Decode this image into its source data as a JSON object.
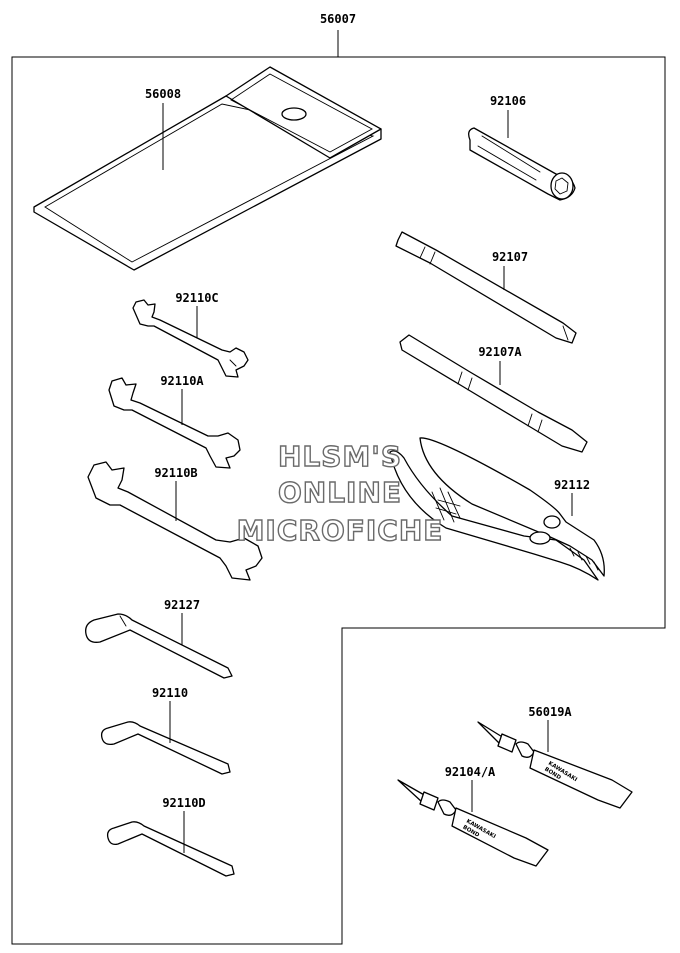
{
  "assembly": {
    "part_no": "56007"
  },
  "parts": {
    "case": "56008",
    "plug_wrench": "92106",
    "screwdriver_shaft": "92107",
    "screwdriver_double": "92107A",
    "wrench_small": "92110C",
    "wrench_medium": "92110A",
    "wrench_large": "92110B",
    "pliers": "92112",
    "hex_large": "92127",
    "hex_medium": "92110",
    "hex_small": "92110D",
    "bond_upper": "56019A",
    "bond_lower": "92104/A"
  },
  "tube_print": {
    "brand": "KAWASAKI",
    "product": "BOND"
  },
  "watermark": {
    "line1": "HLSM'S",
    "line2": "ONLINE",
    "line3": "MICROFICHE",
    "color": "#6a6a6a"
  }
}
